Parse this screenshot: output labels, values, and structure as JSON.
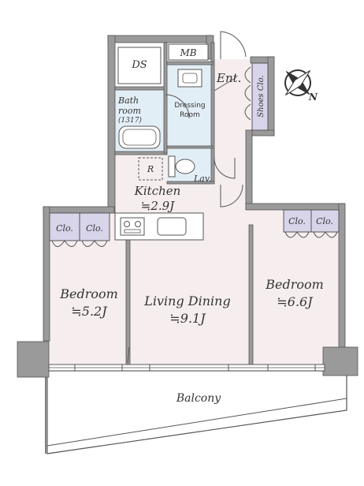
{
  "colors": {
    "wall": "#9a9a9a",
    "wall_stroke": "#555555",
    "floor": "#f6eeee",
    "wet_area": "#e2eef6",
    "closet": "#d8d4ea",
    "kitchen_counter": "#ffffff",
    "line": "#555555"
  },
  "rooms": {
    "ds": "DS",
    "mb": "MB",
    "ent": "Ent.",
    "shoes_closet": "Shoes Clo.",
    "bathroom_line1": "Bath",
    "bathroom_line2": "room",
    "bathroom_size": "(1317)",
    "dressing_line1": "Dressing",
    "dressing_line2": "Room",
    "lav": "Lav.",
    "refrigerator": "R",
    "kitchen_name": "Kitchen",
    "kitchen_size": "≒2.9J",
    "bedroom_left_name": "Bedroom",
    "bedroom_left_size": "≒5.2J",
    "living_name": "Living Dining",
    "living_size": "≒9.1J",
    "bedroom_right_name": "Bedroom",
    "bedroom_right_size": "≒6.6J",
    "closet_left_1": "Clo.",
    "closet_left_2": "Clo.",
    "closet_right_1": "Clo.",
    "closet_right_2": "Clo.",
    "balcony": "Balcony"
  },
  "icons": {
    "compass": "north-compass-icon"
  }
}
